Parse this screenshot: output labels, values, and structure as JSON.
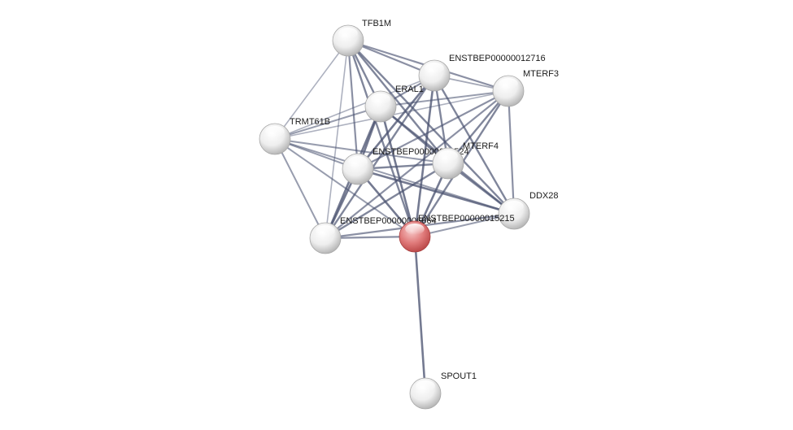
{
  "network": {
    "nodes": [
      {
        "id": "TFB1M",
        "label": "TFB1M",
        "query": false
      },
      {
        "id": "ENSTBEP00000012716",
        "label": "ENSTBEP00000012716",
        "query": false
      },
      {
        "id": "MTERF3",
        "label": "MTERF3",
        "query": false
      },
      {
        "id": "ERAL1",
        "label": "ERAL1",
        "query": false
      },
      {
        "id": "TRMT61B",
        "label": "TRMT61B",
        "query": false
      },
      {
        "id": "ENSTBEP00000009524",
        "label": "ENSTBEP00000009524",
        "query": false
      },
      {
        "id": "MTERF4",
        "label": "MTERF4",
        "query": false
      },
      {
        "id": "DDX28",
        "label": "DDX28",
        "query": false
      },
      {
        "id": "ENSTBEP00000006664",
        "label": "ENSTBEP00000006664",
        "query": false
      },
      {
        "id": "QUERY",
        "label": "ENSTBEP00000015215",
        "query": true
      },
      {
        "id": "SPOUT1",
        "label": "SPOUT1",
        "query": false
      }
    ],
    "edges": [
      [
        "TFB1M",
        "ENSTBEP00000012716",
        0.6
      ],
      [
        "TFB1M",
        "MTERF3",
        0.6
      ],
      [
        "TFB1M",
        "ERAL1",
        0.7
      ],
      [
        "TFB1M",
        "TRMT61B",
        0.3
      ],
      [
        "TFB1M",
        "ENSTBEP00000009524",
        0.6
      ],
      [
        "TFB1M",
        "MTERF4",
        0.7
      ],
      [
        "TFB1M",
        "DDX28",
        0.7
      ],
      [
        "TFB1M",
        "ENSTBEP00000006664",
        0.3
      ],
      [
        "TFB1M",
        "QUERY",
        0.7
      ],
      [
        "ENSTBEP00000012716",
        "MTERF3",
        0.4
      ],
      [
        "ENSTBEP00000012716",
        "ERAL1",
        0.6
      ],
      [
        "ENSTBEP00000012716",
        "ENSTBEP00000009524",
        0.8
      ],
      [
        "ENSTBEP00000012716",
        "MTERF4",
        0.7
      ],
      [
        "ENSTBEP00000012716",
        "DDX28",
        0.7
      ],
      [
        "ENSTBEP00000012716",
        "ENSTBEP00000006664",
        0.7
      ],
      [
        "ENSTBEP00000012716",
        "QUERY",
        0.8
      ],
      [
        "ENSTBEP00000012716",
        "TRMT61B",
        0.3
      ],
      [
        "MTERF3",
        "ERAL1",
        0.5
      ],
      [
        "MTERF3",
        "TRMT61B",
        0.3
      ],
      [
        "MTERF3",
        "ENSTBEP00000009524",
        0.6
      ],
      [
        "MTERF3",
        "MTERF4",
        0.7
      ],
      [
        "MTERF3",
        "DDX28",
        0.6
      ],
      [
        "MTERF3",
        "ENSTBEP00000006664",
        0.6
      ],
      [
        "MTERF3",
        "QUERY",
        0.7
      ],
      [
        "ERAL1",
        "TRMT61B",
        0.5
      ],
      [
        "ERAL1",
        "ENSTBEP00000009524",
        0.8
      ],
      [
        "ERAL1",
        "MTERF4",
        0.7
      ],
      [
        "ERAL1",
        "DDX28",
        0.7
      ],
      [
        "ERAL1",
        "ENSTBEP00000006664",
        0.8
      ],
      [
        "ERAL1",
        "QUERY",
        0.8
      ],
      [
        "TRMT61B",
        "ENSTBEP00000009524",
        0.5
      ],
      [
        "TRMT61B",
        "MTERF4",
        0.5
      ],
      [
        "TRMT61B",
        "DDX28",
        0.5
      ],
      [
        "TRMT61B",
        "ENSTBEP00000006664",
        0.5
      ],
      [
        "TRMT61B",
        "QUERY",
        0.5
      ],
      [
        "ENSTBEP00000009524",
        "MTERF4",
        0.7
      ],
      [
        "ENSTBEP00000009524",
        "DDX28",
        0.8
      ],
      [
        "ENSTBEP00000009524",
        "ENSTBEP00000006664",
        0.8
      ],
      [
        "ENSTBEP00000009524",
        "QUERY",
        0.8
      ],
      [
        "MTERF4",
        "DDX28",
        0.7
      ],
      [
        "MTERF4",
        "ENSTBEP00000006664",
        0.7
      ],
      [
        "MTERF4",
        "QUERY",
        0.8
      ],
      [
        "DDX28",
        "ENSTBEP00000006664",
        0.6
      ],
      [
        "DDX28",
        "QUERY",
        0.5
      ],
      [
        "ENSTBEP00000006664",
        "QUERY",
        0.6
      ],
      [
        "QUERY",
        "SPOUT1",
        0.8
      ]
    ],
    "colors": {
      "edge": "#4a5270",
      "node_fill_light": "#ffffff",
      "node_fill_dark": "#bdbdbd",
      "query_fill_light": "#f6c4c4",
      "query_fill_dark": "#c84e4e"
    }
  }
}
